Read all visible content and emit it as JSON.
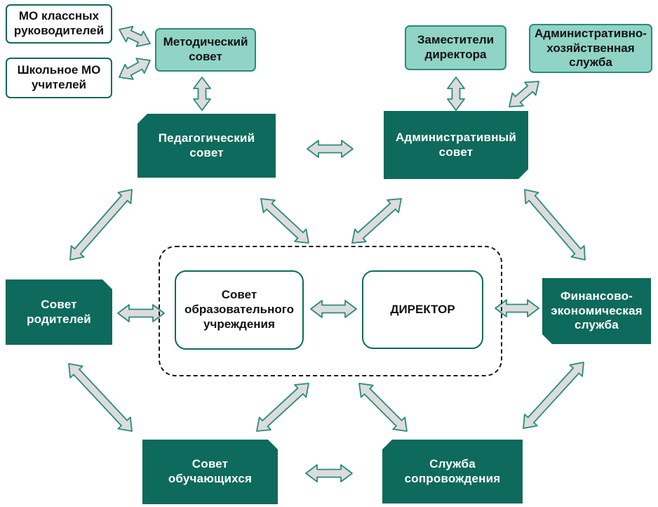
{
  "diagram": {
    "nodes": [
      {
        "id": "mo-class",
        "label": [
          "МО классных",
          "руководителей"
        ],
        "style": "outline"
      },
      {
        "id": "mo-school",
        "label": [
          "Школьное МО",
          "учителей"
        ],
        "style": "outline"
      },
      {
        "id": "method",
        "label": [
          "Методический",
          "совет"
        ],
        "style": "light"
      },
      {
        "id": "deputies",
        "label": [
          "Заместители",
          "директора"
        ],
        "style": "light"
      },
      {
        "id": "admin-service",
        "label": [
          "Административно-",
          "хозяйственная",
          "служба"
        ],
        "style": "light"
      },
      {
        "id": "pedagog",
        "label": [
          "Педагогический",
          "совет"
        ],
        "style": "dark"
      },
      {
        "id": "admin-council",
        "label": [
          "Административный",
          "совет"
        ],
        "style": "dark"
      },
      {
        "id": "edu-council",
        "label": [
          "Совет",
          "образовательного",
          "учреждения"
        ],
        "style": "bigwhite"
      },
      {
        "id": "director",
        "label": [
          "ДИРЕКТОР"
        ],
        "style": "bigwhite"
      },
      {
        "id": "parents",
        "label": [
          "Совет",
          "родителей"
        ],
        "style": "dark"
      },
      {
        "id": "finance",
        "label": [
          "Финансово-",
          "экономическая",
          "служба"
        ],
        "style": "dark"
      },
      {
        "id": "students",
        "label": [
          "Совет",
          "обучающихся"
        ],
        "style": "dark"
      },
      {
        "id": "support",
        "label": [
          "Служба",
          "сопровождения"
        ],
        "style": "dark"
      }
    ],
    "edges": [
      {
        "from": "mo-class",
        "to": "method",
        "directed": "both"
      },
      {
        "from": "mo-school",
        "to": "method",
        "directed": "both"
      },
      {
        "from": "method",
        "to": "pedagog",
        "directed": "both"
      },
      {
        "from": "deputies",
        "to": "admin-council",
        "directed": "both"
      },
      {
        "from": "admin-service",
        "to": "admin-council",
        "directed": "both"
      },
      {
        "from": "pedagog",
        "to": "admin-council",
        "directed": "both"
      },
      {
        "from": "pedagog",
        "to": "parents",
        "directed": "both"
      },
      {
        "from": "pedagog",
        "to": "central-group",
        "directed": "both"
      },
      {
        "from": "admin-council",
        "to": "central-group",
        "directed": "both"
      },
      {
        "from": "admin-council",
        "to": "finance",
        "directed": "both"
      },
      {
        "from": "parents",
        "to": "central-group",
        "directed": "both"
      },
      {
        "from": "edu-council",
        "to": "director",
        "directed": "both"
      },
      {
        "from": "central-group",
        "to": "finance",
        "directed": "both"
      },
      {
        "from": "parents",
        "to": "students",
        "directed": "both"
      },
      {
        "from": "central-group",
        "to": "students",
        "directed": "both"
      },
      {
        "from": "central-group",
        "to": "support",
        "directed": "both"
      },
      {
        "from": "finance",
        "to": "support",
        "directed": "both"
      },
      {
        "from": "students",
        "to": "support",
        "directed": "both"
      }
    ],
    "colors": {
      "dark_fill": "#0e6a5c",
      "light_fill": "#8fd4c6",
      "arrow_fill": "#dcdcdc",
      "arrow_stroke": "#2b8a7a"
    }
  }
}
